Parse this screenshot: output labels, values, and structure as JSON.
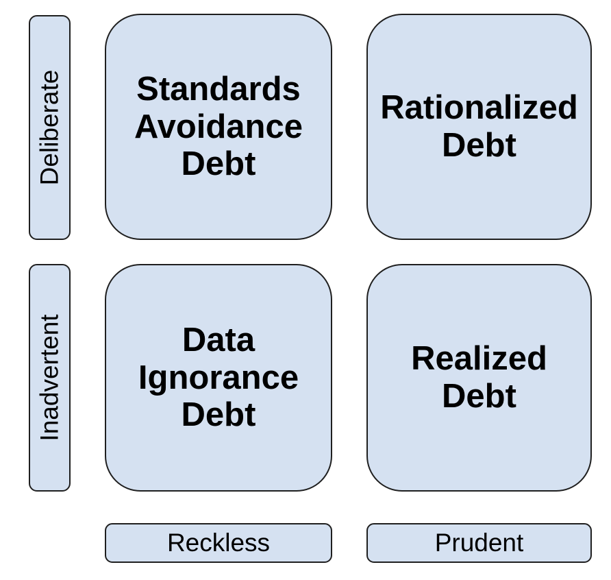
{
  "diagram": {
    "type": "quadrant-matrix",
    "colors": {
      "shape_fill": "#d5e1f1",
      "shape_border": "#1f1f1f",
      "text": "#000000",
      "background": "#ffffff"
    },
    "row_labels": [
      {
        "label": "Deliberate"
      },
      {
        "label": "Inadvertent"
      }
    ],
    "col_labels": [
      {
        "label": "Reckless"
      },
      {
        "label": "Prudent"
      }
    ],
    "quadrants": [
      {
        "position": "top-left",
        "row": "Deliberate",
        "col": "Reckless",
        "text": "Standards\nAvoidance\nDebt"
      },
      {
        "position": "top-right",
        "row": "Deliberate",
        "col": "Prudent",
        "text": "Rationalized\nDebt"
      },
      {
        "position": "bottom-left",
        "row": "Inadvertent",
        "col": "Reckless",
        "text": "Data\nIgnorance\nDebt"
      },
      {
        "position": "bottom-right",
        "row": "Inadvertent",
        "col": "Prudent",
        "text": "Realized\nDebt"
      }
    ]
  }
}
